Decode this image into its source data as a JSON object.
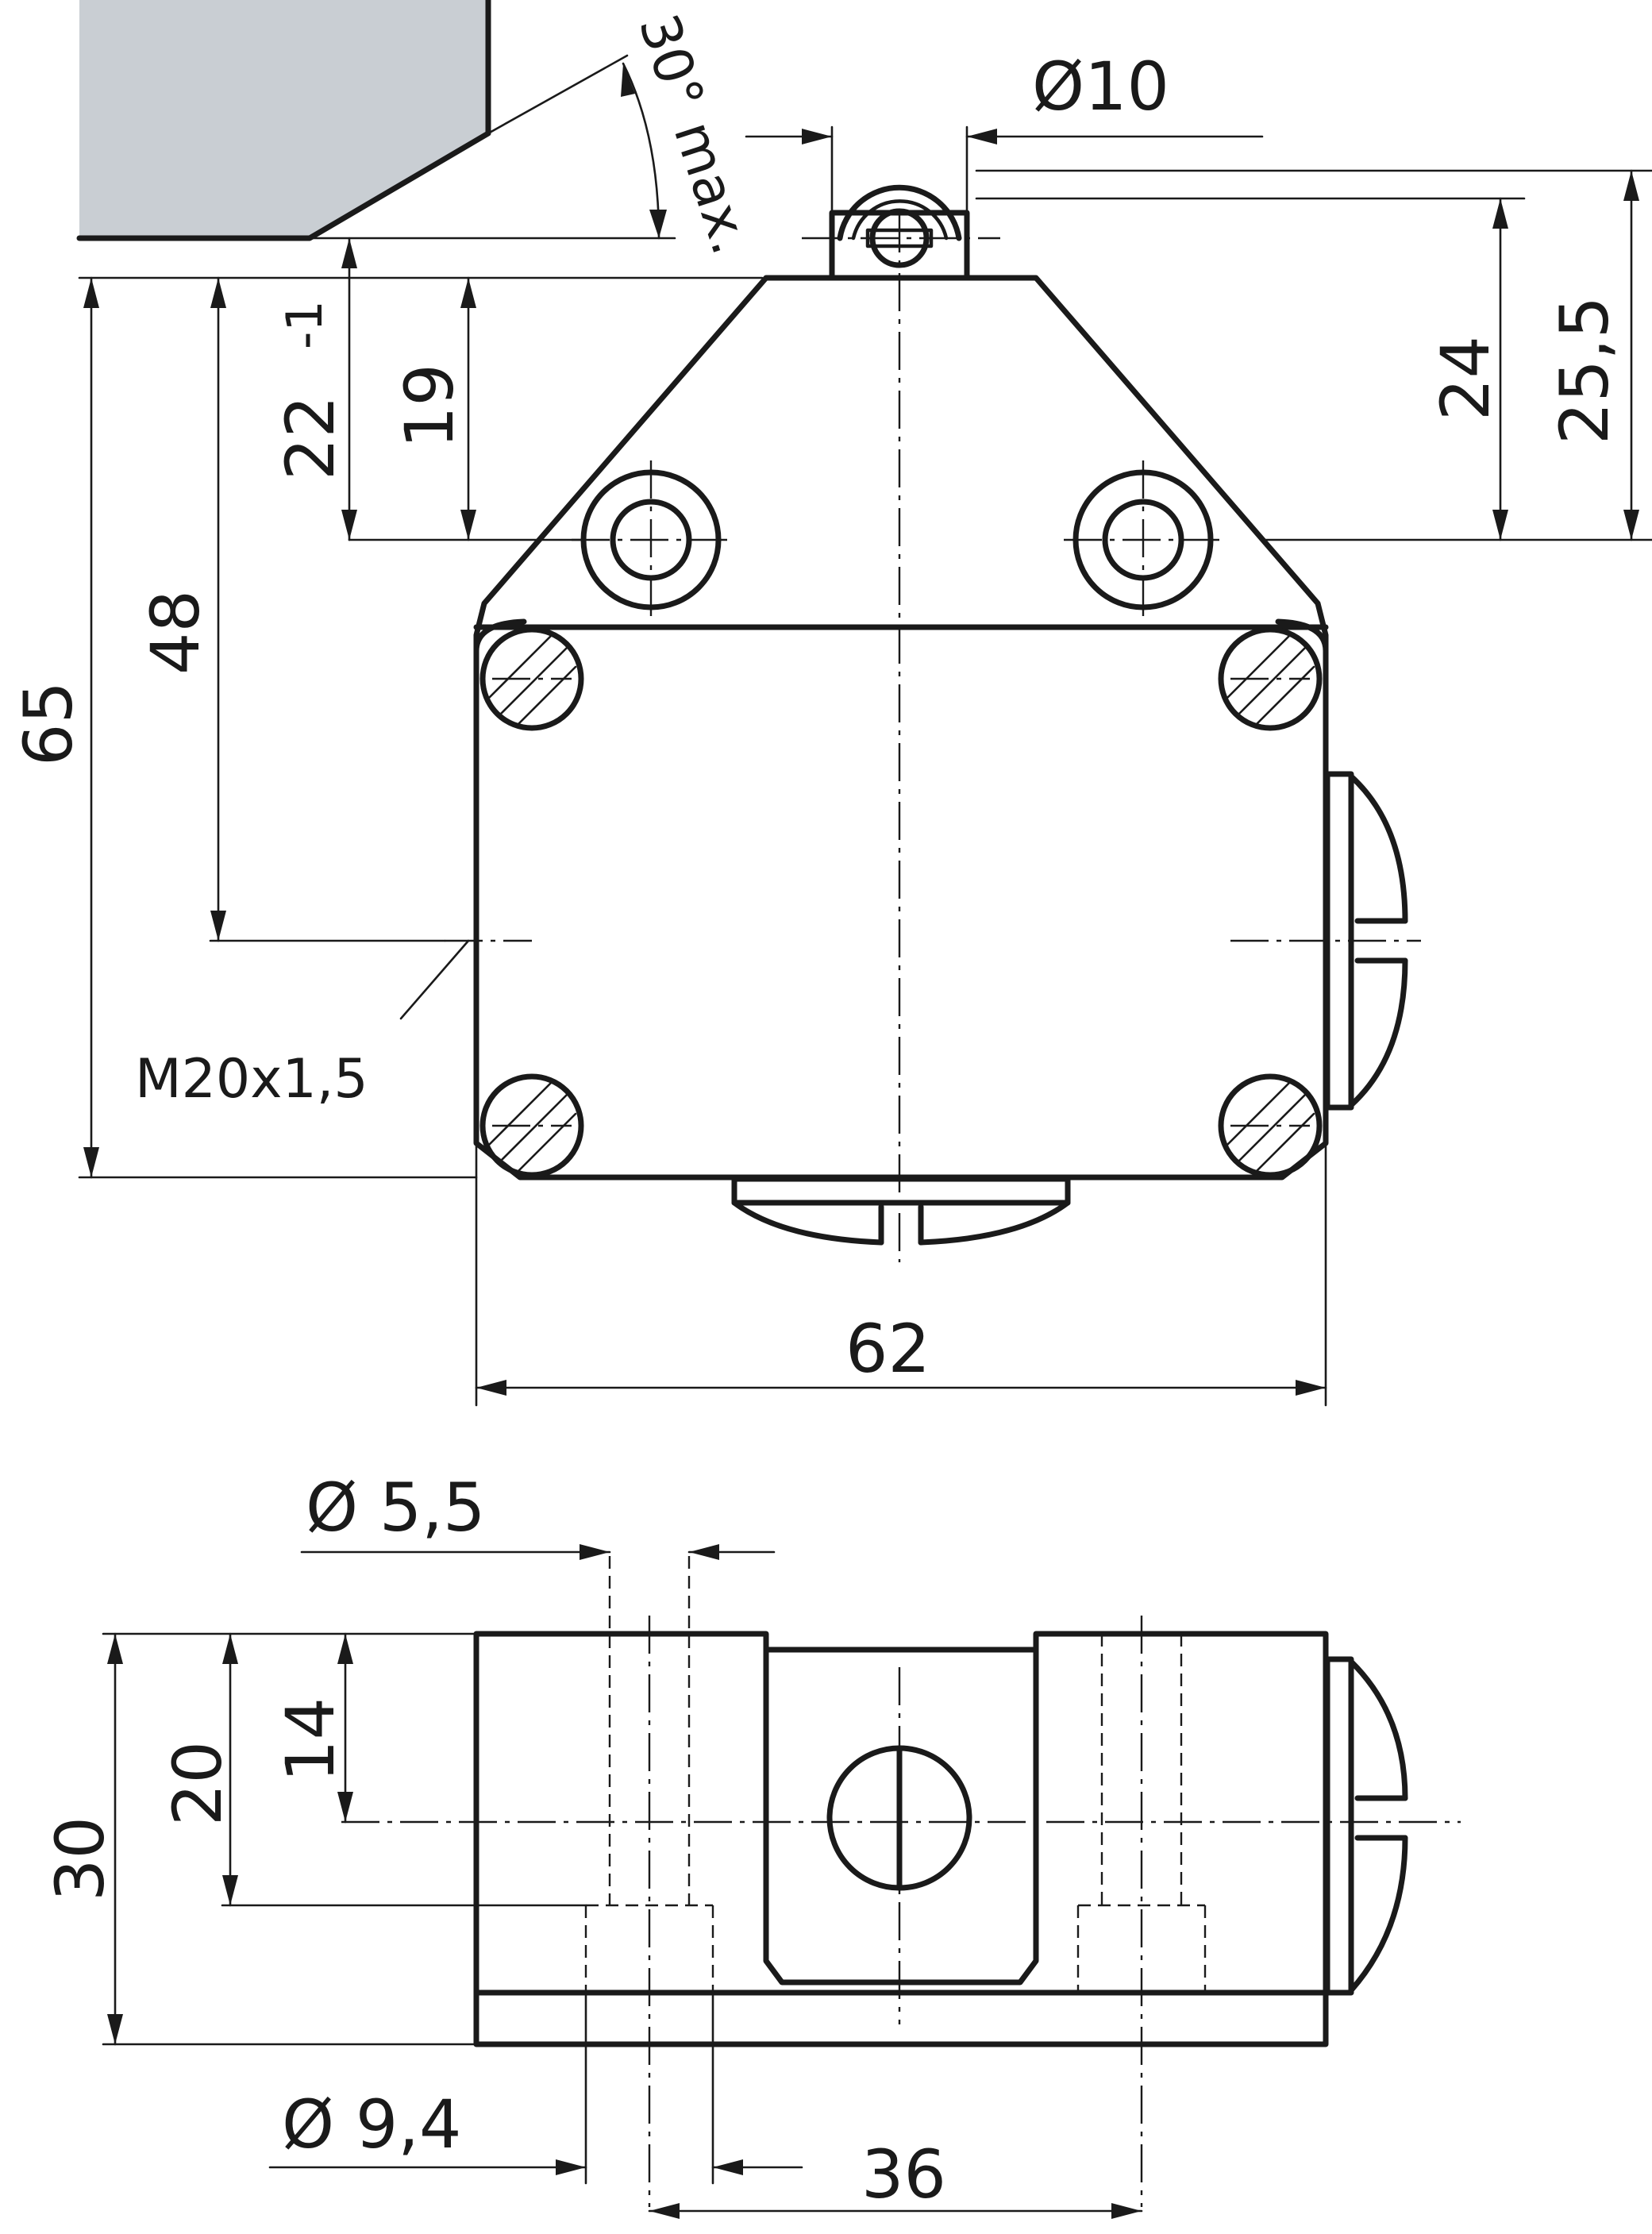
{
  "colors": {
    "ink": "#1a1a1a",
    "actuator_fill": "#c9ced3",
    "paper": "#ffffff"
  },
  "dimensions": {
    "roller_diameter": "Ø10",
    "angle": "30° max.",
    "height_24": "24",
    "height_25_5": "25,5",
    "height_22": "22",
    "tolerance_22": "-1",
    "height_19": "19",
    "height_48": "48",
    "height_65": "65",
    "thread": "M20x1,5",
    "width_62": "62",
    "hole_5_5": "Ø 5,5",
    "hole_9_4": "Ø 9,4",
    "depth_30": "30",
    "depth_20": "20",
    "depth_14": "14",
    "spacing_36": "36"
  }
}
